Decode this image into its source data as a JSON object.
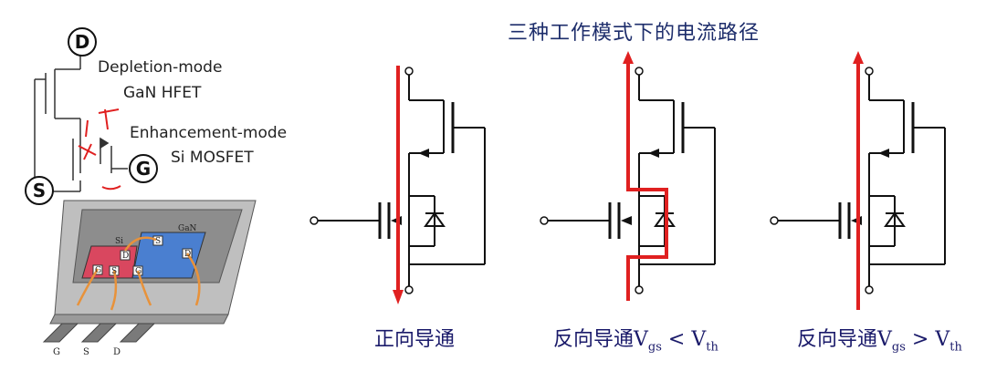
{
  "title": "三种工作模式下的电流路径",
  "left_schematic": {
    "terminal_d": "D",
    "terminal_s": "S",
    "terminal_g": "G",
    "label_depletion_line1": "Depletion-mode",
    "label_depletion_line2": "GaN HFET",
    "label_enhancement_line1": "Enhancement-mode",
    "label_enhancement_line2": "Si MOSFET"
  },
  "package": {
    "gan_label": "GaN",
    "si_label": "Si",
    "pad_s1": "S",
    "pad_d1": "D",
    "pad_d2": "D",
    "pad_g1": "G",
    "pad_s2": "S",
    "pad_g2": "G",
    "lead_g": "G",
    "lead_s": "S",
    "lead_d": "D",
    "colors": {
      "si": "#d9475f",
      "gan": "#4a7fd0",
      "wire": "#e8923a"
    }
  },
  "modes": [
    {
      "caption_main": "正向导通",
      "caption_sub1": "",
      "caption_rel": "",
      "caption_sub2": ""
    },
    {
      "caption_main": "反向导通",
      "v1": "V",
      "sub1": "gs",
      "rel": " < ",
      "v2": "V",
      "sub2": "th"
    },
    {
      "caption_main": "反向导通",
      "v1": "V",
      "sub1": "gs",
      "rel": " > ",
      "v2": "V",
      "sub2": "th"
    }
  ],
  "current_path_color": "#e02020"
}
